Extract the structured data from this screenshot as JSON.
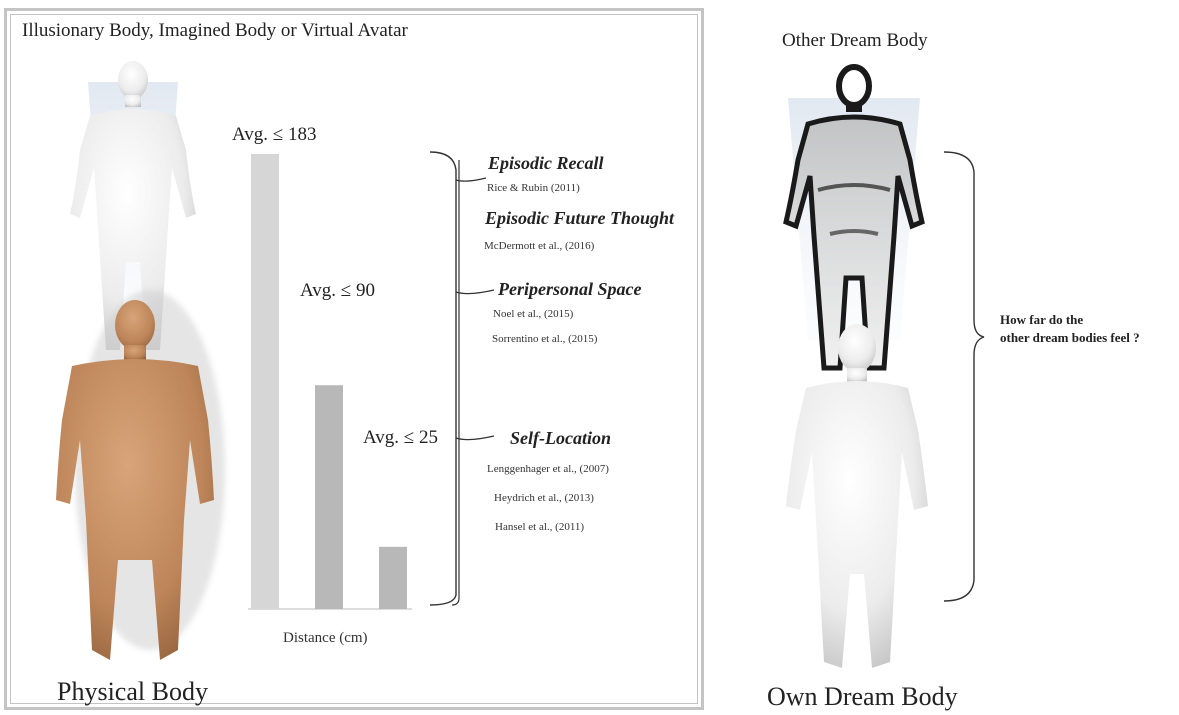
{
  "left_panel": {
    "title": "Illusionary Body, Imagined Body or Virtual Avatar",
    "bottom_label": "Physical Body"
  },
  "right_panel": {
    "title": "Other Dream Body",
    "bottom_label": "Own Dream Body",
    "question_line1": "How far do the",
    "question_line2": "other dream bodies feel ?"
  },
  "chart_data": {
    "type": "bar",
    "xlabel": "Distance (cm)",
    "categories": [
      "",
      "",
      ""
    ],
    "values": [
      183,
      90,
      25
    ],
    "value_labels": [
      "Avg. ≤ 183",
      "Avg. ≤ 90",
      "Avg. ≤ 25"
    ],
    "bar_colors": [
      "#d6d6d6",
      "#b8b8b8",
      "#b8b8b8"
    ]
  },
  "categories": [
    {
      "label": "Episodic Recall",
      "refs": [
        "Rice  & Rubin (2011)"
      ]
    },
    {
      "label": "Episodic Future Thought",
      "refs": [
        "McDermott et al., (2016)"
      ]
    },
    {
      "label": "Peripersonal Space",
      "refs": [
        "Noel et al., (2015)",
        "Sorrentino et al., (2015)"
      ]
    },
    {
      "label": "Self-Location",
      "refs": [
        "Lenggenhager et al., (2007)",
        "Heydrich  et al., (2013)",
        "Hansel et al., (2011)"
      ]
    }
  ],
  "colors": {
    "bar_light": "#d6d6d6",
    "bar_mid": "#b8b8b8",
    "frame": "#c4c4c4",
    "skin": "#c08a62",
    "white_body": "#eeeeee",
    "dark_body": "#1a1a1a"
  }
}
